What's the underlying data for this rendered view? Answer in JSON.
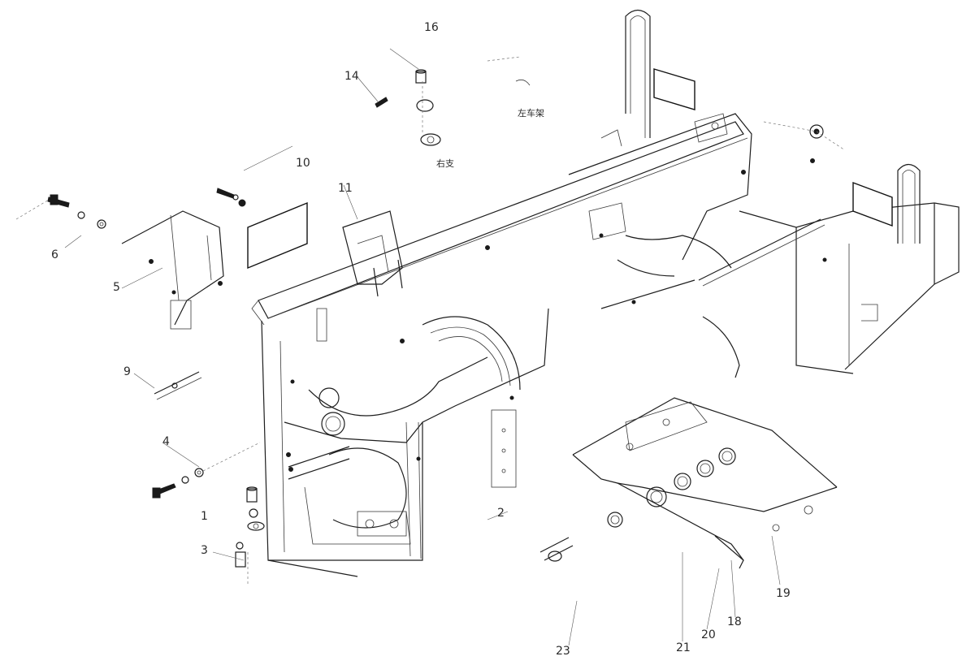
{
  "callouts": [
    {
      "id": "c16",
      "text": "16"
    },
    {
      "id": "c14",
      "text": "14"
    },
    {
      "id": "c10",
      "text": "10"
    },
    {
      "id": "c11",
      "text": "11"
    },
    {
      "id": "c6",
      "text": "6"
    },
    {
      "id": "c5",
      "text": "5"
    },
    {
      "id": "c9",
      "text": "9"
    },
    {
      "id": "c4",
      "text": "4"
    },
    {
      "id": "c1",
      "text": "1"
    },
    {
      "id": "c3",
      "text": "3"
    },
    {
      "id": "c2",
      "text": "2"
    },
    {
      "id": "c19",
      "text": "19"
    },
    {
      "id": "c18",
      "text": "18"
    },
    {
      "id": "c20",
      "text": "20"
    },
    {
      "id": "c21",
      "text": "21"
    },
    {
      "id": "c23",
      "text": "23"
    }
  ],
  "notes": [
    {
      "id": "n1",
      "text": "左车架"
    },
    {
      "id": "n2",
      "text": "右支"
    }
  ]
}
